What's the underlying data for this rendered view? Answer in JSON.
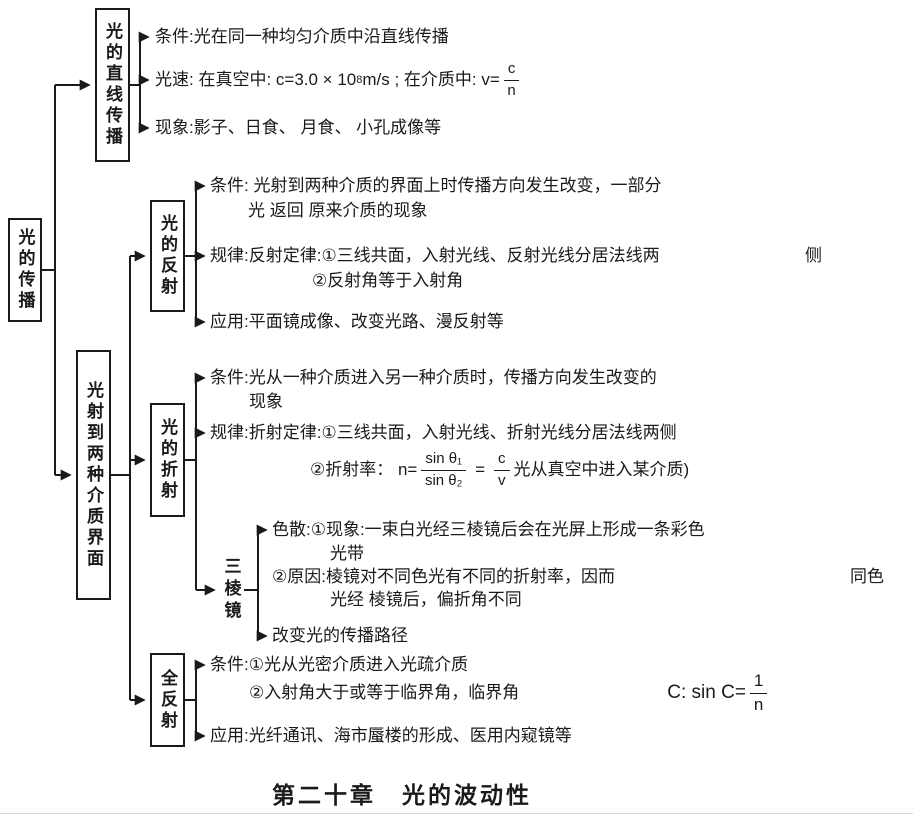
{
  "root": {
    "label": "光的传播"
  },
  "straight": {
    "label": "光的直线传播",
    "condition": "条件:光在同一种均匀介质中沿直线传播",
    "speed_prefix": "光速:  在真空中:   c=3.0 × 10",
    "speed_exp": "8",
    "speed_mid": "m/s    ;  在介质中:   v=",
    "speed_frac_num": "c",
    "speed_frac_den": "n",
    "phenomena": "现象:影子、日食、  月食、  小孔成像等"
  },
  "interface": {
    "label": "光射到两种介质界面"
  },
  "reflection": {
    "label": "光的反射",
    "condition_line1": "条件: 光射到两种介质的界面上时传播方向发生改变，一部分",
    "condition_line2": "光 返回 原来介质的现象",
    "law_line1": "规律:反射定律:①三线共面，入射光线、反射光线分居法线两",
    "law_line1_tail": "侧",
    "law_line2": "②反射角等于入射角",
    "application": "应用:平面镜成像、改变光路、漫反射等"
  },
  "refraction": {
    "label": "光的折射",
    "condition_line1": "条件:光从一种介质进入另一种介质时，传播方向发生改变的",
    "condition_line2": "现象",
    "law_line1": "规律:折射定律:①三线共面，入射光线、折射光线分居法线两侧",
    "law2_prefix": "②折射率：  n=",
    "law2_frac1_num": "sin θ₁",
    "law2_frac1_den": "sin θ₂",
    "law2_eq": "=",
    "law2_frac2_num": "c",
    "law2_frac2_den": "v",
    "law2_suffix": "光从真空中进入某介质)"
  },
  "prism": {
    "label": "三棱镜",
    "dispersion_line1": "色散:①现象:一束白光经三棱镜后会在光屏上形成一条彩色",
    "dispersion_line2": "光带",
    "dispersion_line3": "②原因:棱镜对不同色光有不同的折射率，因而",
    "dispersion_line3_tail": "同色",
    "dispersion_line4": "光经 棱镜后，偏折角不同",
    "change_path": "改变光的传播路径"
  },
  "total_reflection": {
    "label": "全反射",
    "condition_line1": "条件:①光从光密介质进入光疏介质",
    "condition_line2": "②入射角大于或等于临界角，临界角",
    "critical_prefix": "C: sin C=",
    "critical_frac_num": "1",
    "critical_frac_den": "n",
    "application": "应用:光纤通讯、海市蜃楼的形成、医用内窥镜等"
  },
  "footer": {
    "title": "第二十章　光的波动性"
  }
}
